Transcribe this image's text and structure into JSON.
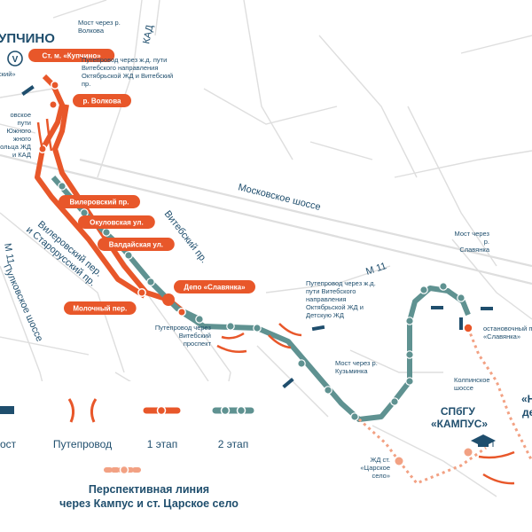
{
  "colors": {
    "stage1": "#e8572a",
    "stage2": "#5f9291",
    "perspective": "#f2a183",
    "dark": "#1f4e6d",
    "road": "#dedede",
    "roadStroke": "#cfcfcf"
  },
  "places": {
    "kupchino": "УПЧИНО",
    "metro_symbol": "V",
    "kad": "КАД",
    "m11_left": "М 11",
    "m11_right": "М 11",
    "moskovskoe": "Московское шоссе",
    "vitebsky": "Витебский пр.",
    "pulkovskoe": "Пулковское шоссе",
    "vilerovsky_starorussky": "Вилеровский пер. и Старорусский пр.",
    "campus": "СПбГУ «КАМПУС»",
    "right_edge": "«Н де",
    "kolpinskoe": "Колпинское шоссе"
  },
  "pills": {
    "kupchino_metro": "Ст. м. «Купчино»",
    "volkova": "р. Волкова",
    "vilerovsky": "Вилеровский пр.",
    "okulovskaya": "Окуловская ул.",
    "valdayskaya": "Валдайская ул.",
    "depo": "Депо «Славянка»",
    "molochny": "Молочный пер."
  },
  "notes": {
    "most_volkova": "Мост через р. Волкова",
    "puteprovod_vitebsk": "Путепровод через ж.д. пути Витебского направления Октябрьской ЖД и Витебский пр.",
    "left_cut": "овское пути Южного жного кольца ЖД и КАД",
    "left_top": "ский»",
    "puteprovod_vitebsky_pr": "Путепровод через Витебский проспект",
    "puteprovod_detskaya": "Путепровод через ж.д. пути Витебского направления Октябрьской ЖД и Детскую ЖД",
    "most_kuzminka": "Мост через р. Кузьминка",
    "most_slavyanka": "Мост через р. Славянка",
    "ostanovochny": "остановочный пункт «Славянка»",
    "zhd_tsarskoe": "ЖД ст. «Царское село»"
  },
  "legend": {
    "most": "ост",
    "puteprovod": "Путепровод",
    "stage1": "1 этап",
    "stage2": "2 этап",
    "perspective_line1": "Перспективная линия",
    "perspective_line2": "через Кампус и ст. Царское село"
  }
}
